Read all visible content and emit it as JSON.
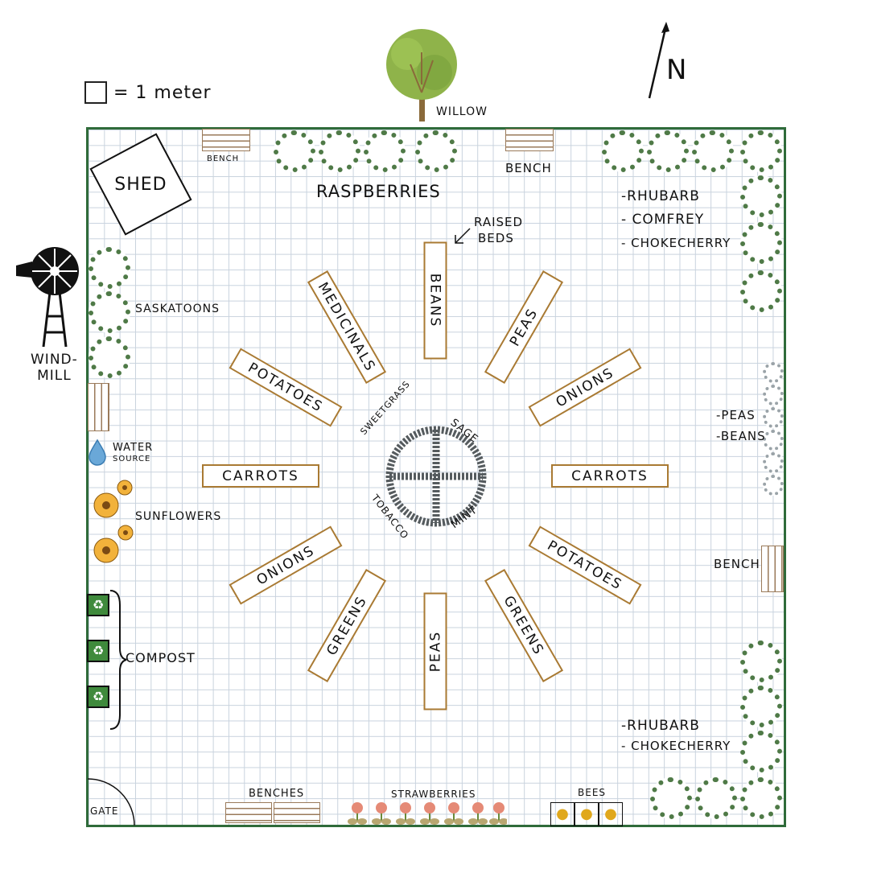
{
  "legend": {
    "scale_label": "= 1 meter",
    "north_label": "N"
  },
  "tree_label": "WILLOW",
  "structures": {
    "shed": "SHED",
    "windmill": "WIND-\nMILL",
    "gate": "GATE",
    "water": [
      "WATER",
      "SOURCE"
    ],
    "compost": "COMPOST",
    "bees": "BEES"
  },
  "benches": {
    "top_left": "BENCH",
    "top_right": "BENCH",
    "right": "BENCH",
    "bottom": "BENCHES"
  },
  "perimeter_plants": {
    "raspberries": "RASPBERRIES",
    "saskatoons": "SASKATOONS",
    "sunflowers": "SUNFLOWERS",
    "strawberries": "STRAWBERRIES",
    "ne_list": [
      "-RHUBARB",
      "- COMFREY",
      "- CHOKECHERRY"
    ],
    "e_list": [
      "-PEAS",
      "-BEANS"
    ],
    "se_list": [
      "-RHUBARB",
      "- CHOKECHERRY"
    ]
  },
  "raised_beds_label": [
    "RAISED",
    "BEDS"
  ],
  "beds": [
    {
      "label": "BEANS"
    },
    {
      "label": "PEAS"
    },
    {
      "label": "ONIONS"
    },
    {
      "label": "CARROTS"
    },
    {
      "label": "POTATOES"
    },
    {
      "label": "GREENS"
    },
    {
      "label": "PEAS"
    },
    {
      "label": "GREENS"
    },
    {
      "label": "ONIONS"
    },
    {
      "label": "CARROTS"
    },
    {
      "label": "POTATOES"
    },
    {
      "label": "MEDICINALS"
    }
  ],
  "center_circle": {
    "herbs": [
      "SWEETGRASS",
      "SAGE",
      "MINT",
      "TOBACCO"
    ]
  },
  "colors": {
    "border": "#2f6b3a",
    "bed_outline": "#a97a33",
    "grid": "#c9d3de",
    "shrub": "#4f7a47",
    "stone": "#555b5e"
  }
}
